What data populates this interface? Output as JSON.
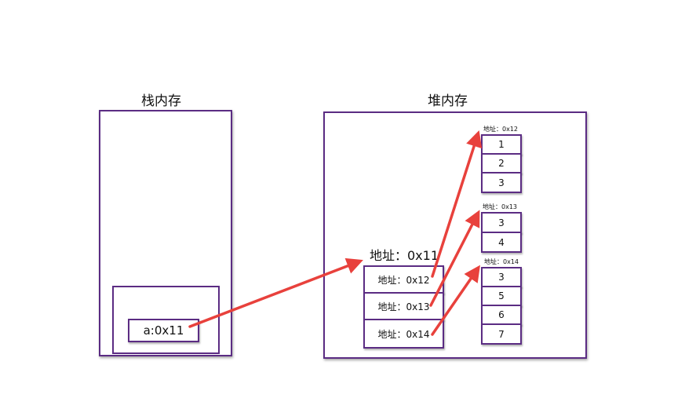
{
  "stack": {
    "title": "栈内存",
    "var_label": "a:0x11"
  },
  "heap": {
    "title": "堆内存",
    "outer_address": "地址：0x11",
    "outer_cells": [
      "地址：0x12",
      "地址：0x13",
      "地址：0x14"
    ],
    "arrays": [
      {
        "address": "地址：0x12",
        "values": [
          "1",
          "2",
          "3"
        ]
      },
      {
        "address": "地址：0x13",
        "values": [
          "3",
          "4"
        ]
      },
      {
        "address": "地址：0x14",
        "values": [
          "3",
          "5",
          "6",
          "7"
        ]
      }
    ]
  },
  "colors": {
    "border": "#5b2c83",
    "arrow": "#e8413c"
  }
}
